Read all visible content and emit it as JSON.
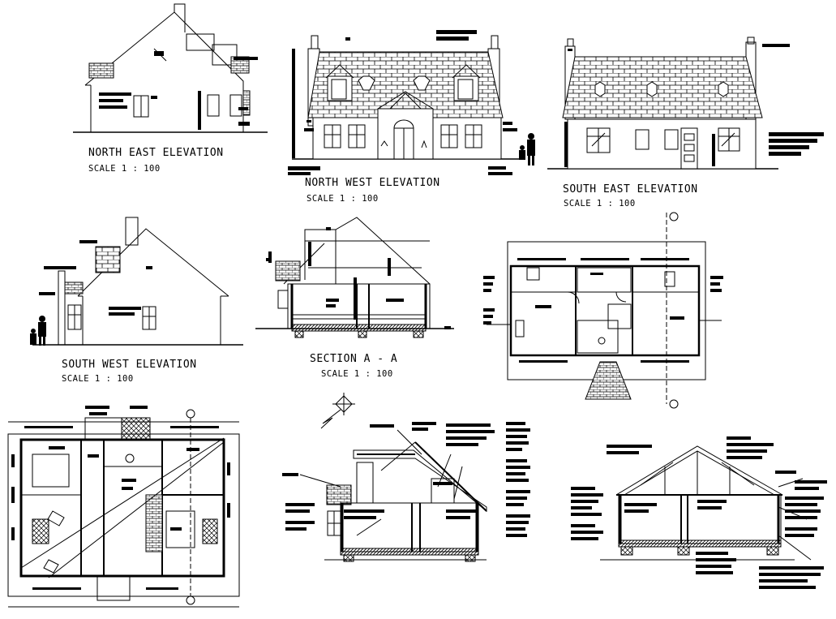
{
  "drawings": [
    {
      "key": "ne",
      "title": "NORTH EAST ELEVATION",
      "scale": "SCALE 1 : 100"
    },
    {
      "key": "nw",
      "title": "NORTH WEST ELEVATION",
      "scale": "SCALE 1 : 100"
    },
    {
      "key": "se",
      "title": "SOUTH EAST ELEVATION",
      "scale": "SCALE 1 : 100"
    },
    {
      "key": "sw",
      "title": "SOUTH WEST ELEVATION",
      "scale": "SCALE 1 : 100"
    },
    {
      "key": "sec",
      "title": "SECTION A - A",
      "scale": "SCALE 1 : 100"
    }
  ],
  "colors": {
    "line": "#000000",
    "paper": "#ffffff"
  }
}
